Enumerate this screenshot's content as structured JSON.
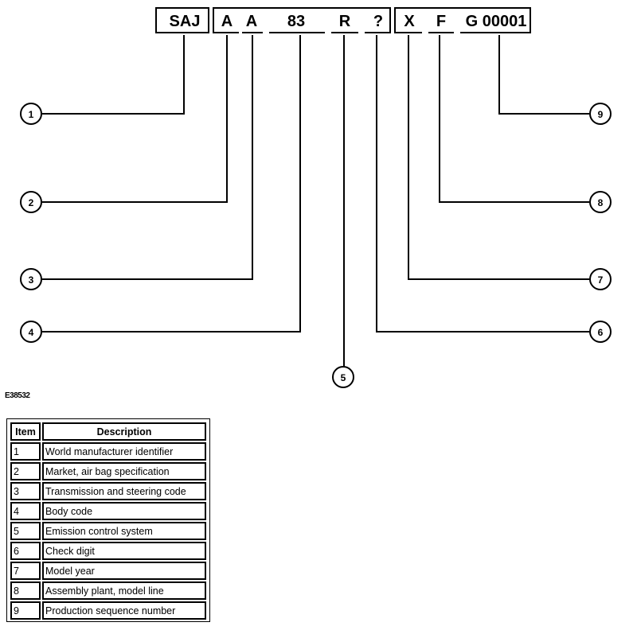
{
  "vin": {
    "segments": [
      "SAJ",
      "A",
      "A",
      "83",
      "R",
      "?",
      "X",
      "F",
      "G 00001"
    ]
  },
  "callouts": [
    "1",
    "2",
    "3",
    "4",
    "5",
    "6",
    "7",
    "8",
    "9"
  ],
  "figure_id": "E38532",
  "legend": {
    "headers": {
      "item": "Item",
      "description": "Description"
    },
    "rows": [
      {
        "item": "1",
        "description": "World manufacturer identifier"
      },
      {
        "item": "2",
        "description": "Market, air bag specification"
      },
      {
        "item": "3",
        "description": "Transmission and steering code"
      },
      {
        "item": "4",
        "description": "Body code"
      },
      {
        "item": "5",
        "description": "Emission control system"
      },
      {
        "item": "6",
        "description": "Check digit"
      },
      {
        "item": "7",
        "description": "Model year"
      },
      {
        "item": "8",
        "description": "Assembly plant, model line"
      },
      {
        "item": "9",
        "description": "Production sequence number"
      }
    ]
  }
}
